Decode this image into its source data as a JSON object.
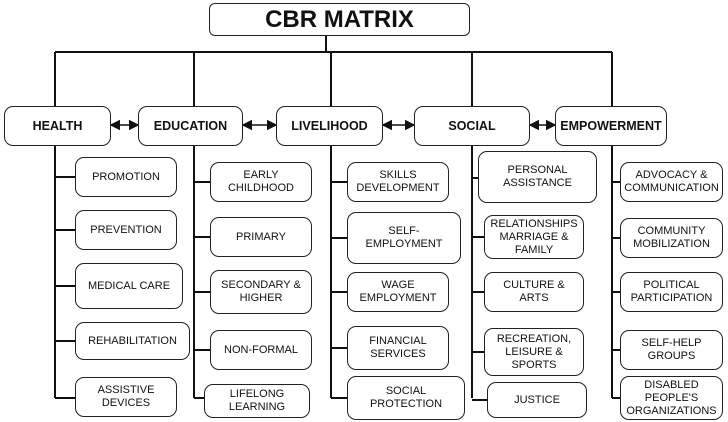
{
  "title": "CBR MATRIX",
  "columns": [
    {
      "id": "health",
      "label": "HEALTH",
      "items": [
        "PROMOTION",
        "PREVENTION",
        "MEDICAL CARE",
        "REHABILITATION",
        "ASSISTIVE\nDEVICES"
      ]
    },
    {
      "id": "education",
      "label": "EDUCATION",
      "items": [
        "EARLY\nCHILDHOOD",
        "PRIMARY",
        "SECONDARY &\nHIGHER",
        "NON-FORMAL",
        "LIFELONG\nLEARNING"
      ]
    },
    {
      "id": "livelihood",
      "label": "LIVELIHOOD",
      "items": [
        "SKILLS\nDEVELOPMENT",
        "SELF-\nEMPLOYMENT",
        "WAGE\nEMPLOYMENT",
        "FINANCIAL\nSERVICES",
        "SOCIAL\nPROTECTION"
      ]
    },
    {
      "id": "social",
      "label": "SOCIAL",
      "items": [
        "PERSONAL\nASSISTANCE",
        "RELATIONSHIPS\nMARRIAGE &\nFAMILY",
        "CULTURE &\nARTS",
        "RECREATION,\nLEISURE &\nSPORTS",
        "JUSTICE"
      ]
    },
    {
      "id": "empowerment",
      "label": "EMPOWERMENT",
      "items": [
        "ADVOCACY &\nCOMMUNICATION",
        "COMMUNITY\nMOBILIZATION",
        "POLITICAL\nPARTICIPATION",
        "SELF-HELP\nGROUPS",
        "DISABLED\nPEOPLE'S\nORGANIZATIONS"
      ]
    }
  ]
}
